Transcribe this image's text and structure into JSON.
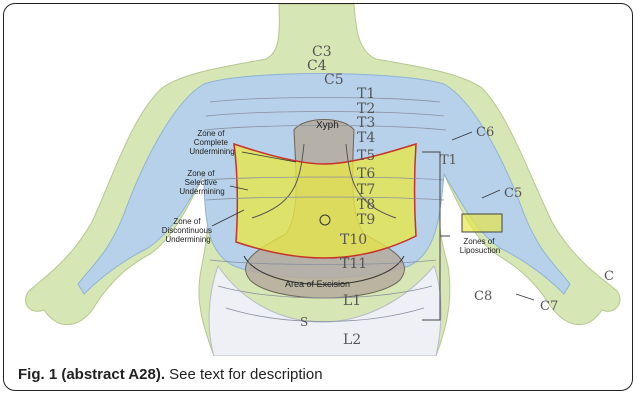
{
  "figure": {
    "dermatomes": {
      "c3": "C3",
      "c4": "C4",
      "c5": "C5",
      "t1": "T1",
      "t2": "T2",
      "t3": "T3",
      "t4": "T4",
      "t5": "T5",
      "t6": "T6",
      "t7": "T7",
      "t8": "T8",
      "t9": "T9",
      "t10": "T10",
      "t11": "T11",
      "l1": "L1",
      "l2": "L2",
      "s": "S",
      "c6_arm": "C6",
      "c5_arm": "C5",
      "c_hand": "C",
      "c8": "C8",
      "c7": "C7",
      "t1_right": "T1"
    },
    "labels": {
      "xyph": "Xyph",
      "zone_complete": [
        "Zone of",
        "Complete",
        "Undermining"
      ],
      "zone_selective": [
        "Zone of",
        "Selective",
        "Undermining"
      ],
      "zone_discontinuous": [
        "Zone of",
        "Discontinuous",
        "Undermining"
      ],
      "zones_liposuction": [
        "Zones of",
        "Liposuction"
      ],
      "area_excision": "Area of Excision"
    },
    "colors": {
      "skin_green": "#d6e6b4",
      "blue_zone": "#b7d1ea",
      "yellow_zone": "#e6e64a",
      "gray_zone": "#b5aa9c",
      "red_line": "#c8302a"
    }
  },
  "caption": {
    "bold": "Fig. 1 (abstract A28).",
    "text": " See text for description"
  }
}
